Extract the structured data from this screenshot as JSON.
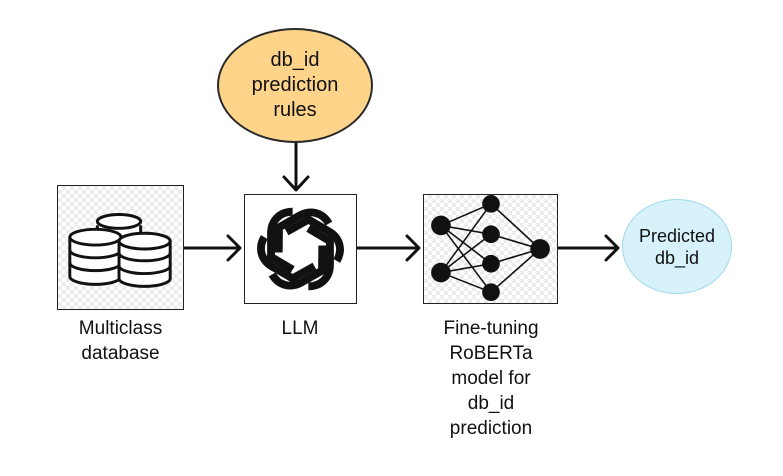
{
  "nodes": {
    "rules": {
      "label": "db_id prediction rules",
      "lines": [
        "db_id",
        "prediction",
        "rules"
      ],
      "color": "#fdd48a"
    },
    "database": {
      "lines": [
        "Multiclass",
        "database"
      ],
      "icon": "database-icon"
    },
    "llm": {
      "lines": [
        "LLM"
      ],
      "icon": "llm-logo-icon"
    },
    "finetune": {
      "lines": [
        "Fine-tuning",
        "RoBERTa",
        "model for",
        "db_id",
        "prediction"
      ],
      "icon": "neural-network-icon"
    },
    "output": {
      "lines": [
        "Predicted",
        "db_id"
      ],
      "color": "#d7f2fb"
    }
  },
  "edges": [
    {
      "from": "rules",
      "to": "llm"
    },
    {
      "from": "database",
      "to": "llm"
    },
    {
      "from": "llm",
      "to": "finetune"
    },
    {
      "from": "finetune",
      "to": "output"
    }
  ]
}
